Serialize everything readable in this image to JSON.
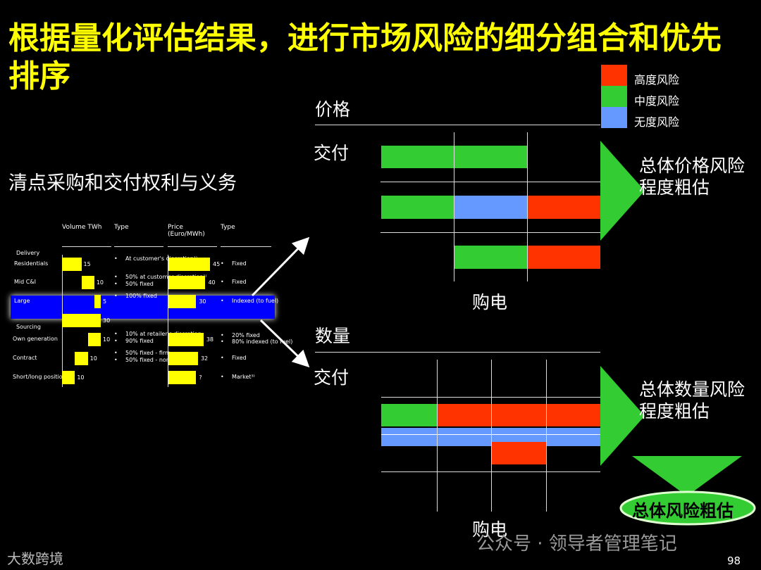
{
  "title": "根据量化评估结果，进行市场风险的细分组合和优先排序",
  "subtitle": "清点采购和交付权利与义务",
  "colors": {
    "high": "#ff3300",
    "medium": "#33cc33",
    "none": "#6699ff",
    "title": "#ffff00",
    "highlight": "#0000ff"
  },
  "legend": [
    {
      "label": "高度风险",
      "color": "#ff3300"
    },
    {
      "label": "中度风险",
      "color": "#33cc33"
    },
    {
      "label": "无度风险",
      "color": "#6699ff"
    }
  ],
  "table": {
    "headers": [
      "Volume TWh",
      "Type",
      "Price (Euro/MWh)",
      "Type"
    ],
    "sections": {
      "delivery": "Delivery",
      "sourcing": "Sourcing"
    },
    "rows": [
      {
        "label": "Residentials",
        "volume": 15,
        "volume_label": "15",
        "vtype": [
          "At customer's discretion¹⁾"
        ],
        "price": 45,
        "price_label": "45",
        "ptype": [
          "Fixed"
        ]
      },
      {
        "label": "Mid C&I",
        "volume": 10,
        "volume_label": "10",
        "vtype": [
          "50% at customer discretion¹⁾",
          "50% fixed"
        ],
        "price": 40,
        "price_label": "40",
        "ptype": [
          "Fixed"
        ]
      },
      {
        "label": "Large",
        "volume": 5,
        "volume_label": "5",
        "vtype": [
          "100% fixed"
        ],
        "price": 30,
        "price_label": "30",
        "ptype": [
          "Indexed (to fuel)"
        ],
        "highlighted": true
      },
      {
        "label": "",
        "volume": 30,
        "volume_label": "30",
        "vtype": [],
        "price": null,
        "price_label": "",
        "ptype": []
      },
      {
        "label": "Own generation",
        "volume": 10,
        "volume_label": "10",
        "vtype": [
          "10% at retailer's discretion",
          "90% fixed"
        ],
        "price": 38,
        "price_label": "38",
        "ptype": [
          "20% fixed",
          "80% indexed (to fuel)"
        ]
      },
      {
        "label": "Contract",
        "volume": 10,
        "volume_label": "10",
        "vtype": [
          "50% fixed - firm",
          "50% fixed - non-firm²⁾"
        ],
        "price": 32,
        "price_label": "32",
        "ptype": [
          "Fixed"
        ]
      },
      {
        "label": "Short/long position",
        "volume": 10,
        "volume_label": "10",
        "vtype": [],
        "price": 30,
        "price_label": "?",
        "ptype": [
          "Market³⁾"
        ]
      }
    ]
  },
  "price_panel": {
    "heading": "价格",
    "row_label": "交付",
    "axis_label": "购电",
    "rows": [
      [
        "medium",
        "medium",
        null
      ],
      [
        "medium",
        "none",
        "high"
      ],
      [
        null,
        "medium",
        "high"
      ]
    ],
    "result": [
      "总体价格风险",
      "程度粗估"
    ]
  },
  "volume_panel": {
    "heading": "数量",
    "row_label": "交付",
    "axis_label": "购电",
    "rows": [
      [
        "medium",
        "high",
        "high",
        "high"
      ],
      [
        "none",
        "none",
        "none",
        "none"
      ],
      [
        null,
        null,
        "high",
        null
      ]
    ],
    "result": [
      "总体数量风险",
      "程度粗估"
    ]
  },
  "overall": "总体风险粗估",
  "footer": {
    "logo": "大数跨境",
    "watermark": "公众号 · 领导者管理笔记",
    "page": "98"
  }
}
